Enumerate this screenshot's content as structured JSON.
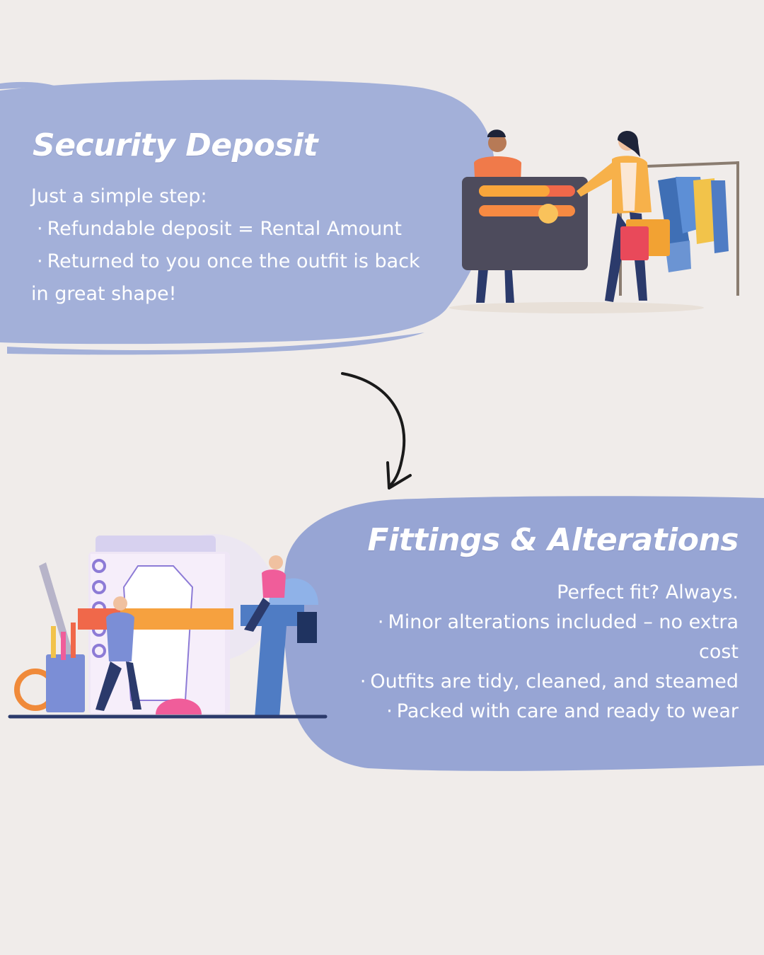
{
  "security": {
    "title": "Security Deposit",
    "intro": "Just a simple step:",
    "bullets": [
      "Refundable deposit = Rental Amount",
      "Returned to you once the outfit is back"
    ],
    "continuation": "in great shape!"
  },
  "fittings": {
    "title": "Fittings & Alterations",
    "intro": "Perfect fit? Always.",
    "bullets": [
      "Minor alterations included – no extra",
      "cost",
      "Outfits are tidy, cleaned, and steamed",
      "Packed with care and ready to wear"
    ]
  },
  "icons": {
    "illustration_top": "payment-card-shopping-icon",
    "illustration_bottom": "tailoring-sewing-icon",
    "connector": "curved-arrow-icon"
  },
  "colors": {
    "blob": "#a3b0d9",
    "blob_lower": "#97a5d4",
    "background": "#f0ecea",
    "text": "#ffffff"
  }
}
